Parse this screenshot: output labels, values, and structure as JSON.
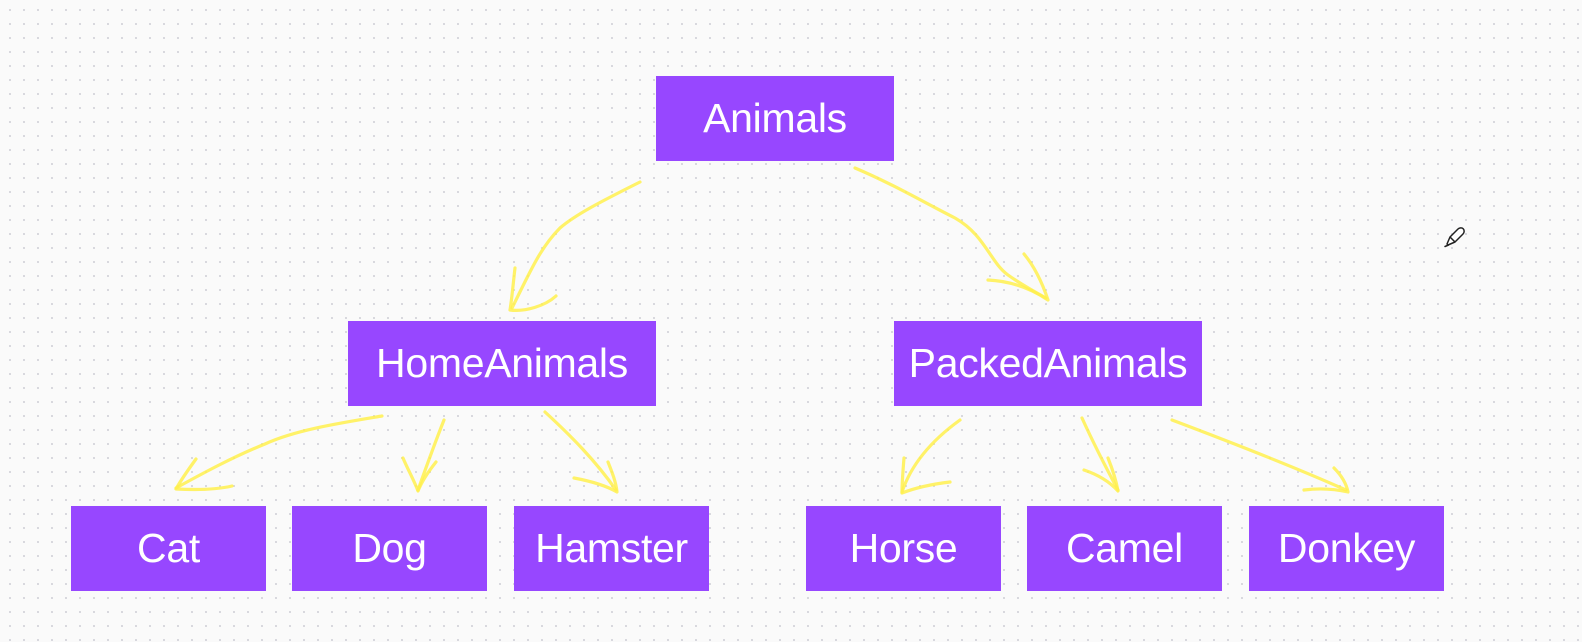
{
  "diagram": {
    "root": {
      "label": "Animals"
    },
    "groups": [
      {
        "label": "HomeAnimals",
        "children": [
          {
            "label": "Cat"
          },
          {
            "label": "Dog"
          },
          {
            "label": "Hamster"
          }
        ]
      },
      {
        "label": "PackedAnimals",
        "children": [
          {
            "label": "Horse"
          },
          {
            "label": "Camel"
          },
          {
            "label": "Donkey"
          }
        ]
      }
    ]
  },
  "colors": {
    "node_fill": "#9747ff",
    "node_text": "#ffffff",
    "arrow_stroke": "#fff04d",
    "canvas_bg": "#fafafa"
  },
  "cursor": {
    "icon": "pen-cursor-icon"
  }
}
